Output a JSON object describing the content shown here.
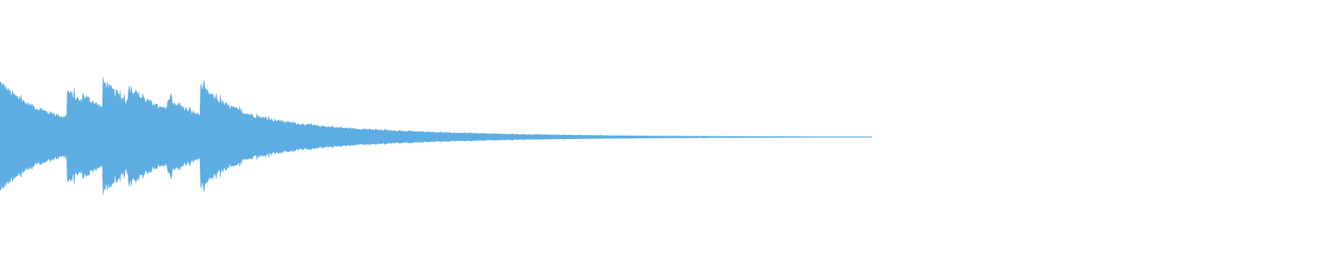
{
  "waveform": {
    "color": "#5dade2",
    "background": "#ffffff",
    "visible_fraction_end": 0.661,
    "onsets": [
      {
        "t": 0.0,
        "amp": 0.78
      },
      {
        "t": 0.026,
        "amp": 0.4
      },
      {
        "t": 0.051,
        "amp": 0.66
      },
      {
        "t": 0.062,
        "amp": 0.62
      },
      {
        "t": 0.078,
        "amp": 0.8
      },
      {
        "t": 0.097,
        "amp": 0.74
      },
      {
        "t": 0.127,
        "amp": 0.56
      },
      {
        "t": 0.152,
        "amp": 0.73
      }
    ]
  }
}
